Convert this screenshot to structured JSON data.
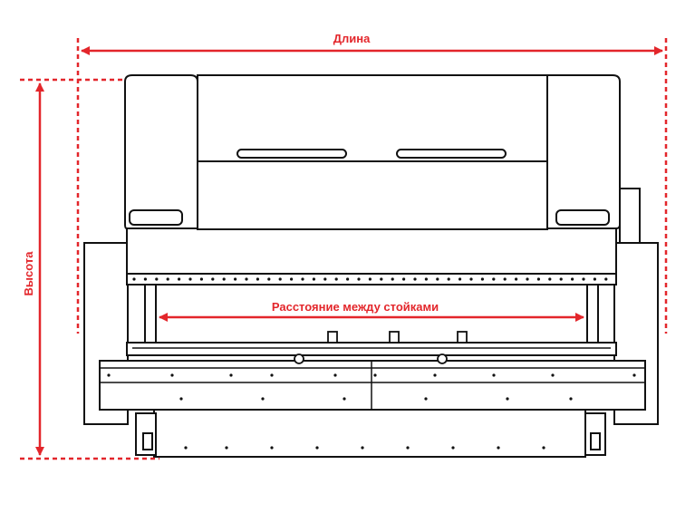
{
  "dimensions": {
    "length_label": "Длина",
    "height_label": "Высота",
    "between_posts_label": "Расстояние между стойками"
  },
  "colors": {
    "dimension": "#e3262b",
    "outline": "#111111",
    "fill": "#ffffff"
  }
}
